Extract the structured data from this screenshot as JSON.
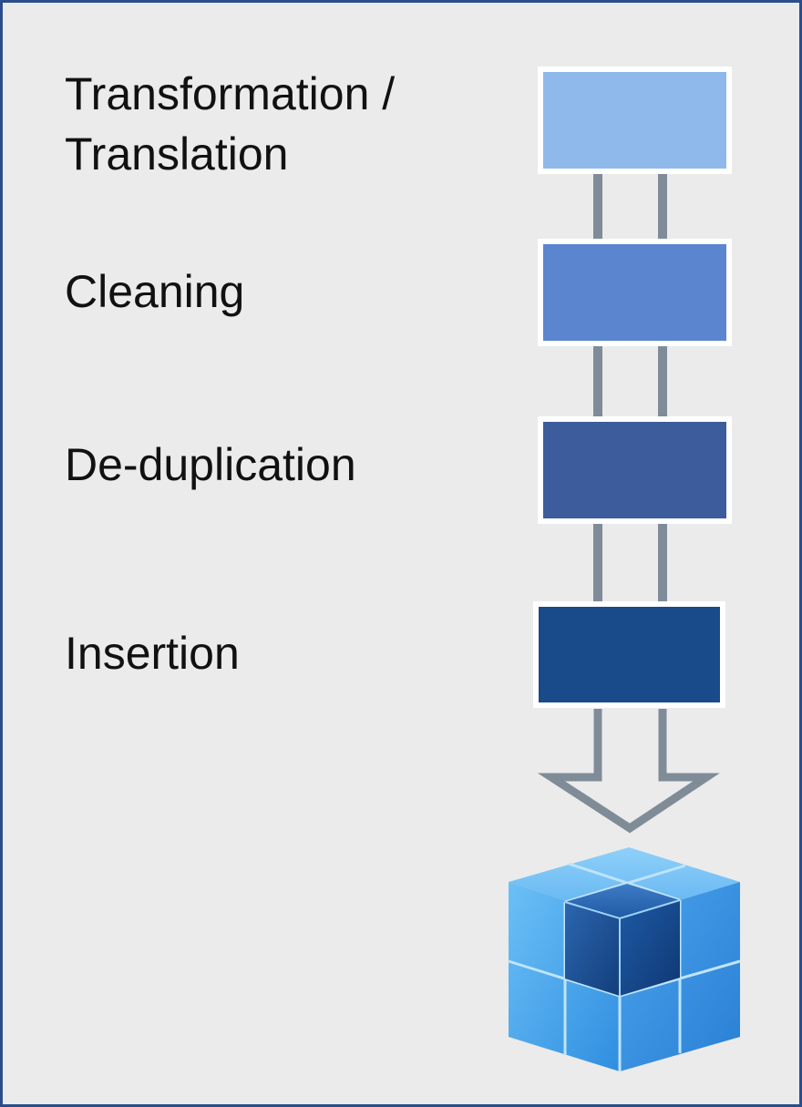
{
  "steps": [
    {
      "label": "Transformation /\nTranslation",
      "color": "#8fb9eb"
    },
    {
      "label": "Cleaning",
      "color": "#5b86cf"
    },
    {
      "label": "De-duplication",
      "color": "#3c5c9c"
    },
    {
      "label": "Insertion",
      "color": "#194b8a"
    }
  ],
  "colors": {
    "background": "#ebebeb",
    "border": "#2a4e8c",
    "connector": "#7f8c98",
    "cube_light": "#5aa8ec",
    "cube_dark": "#1b4f94"
  },
  "icons": {
    "arrow": "down-arrow-icon",
    "database": "database-cube-icon"
  }
}
